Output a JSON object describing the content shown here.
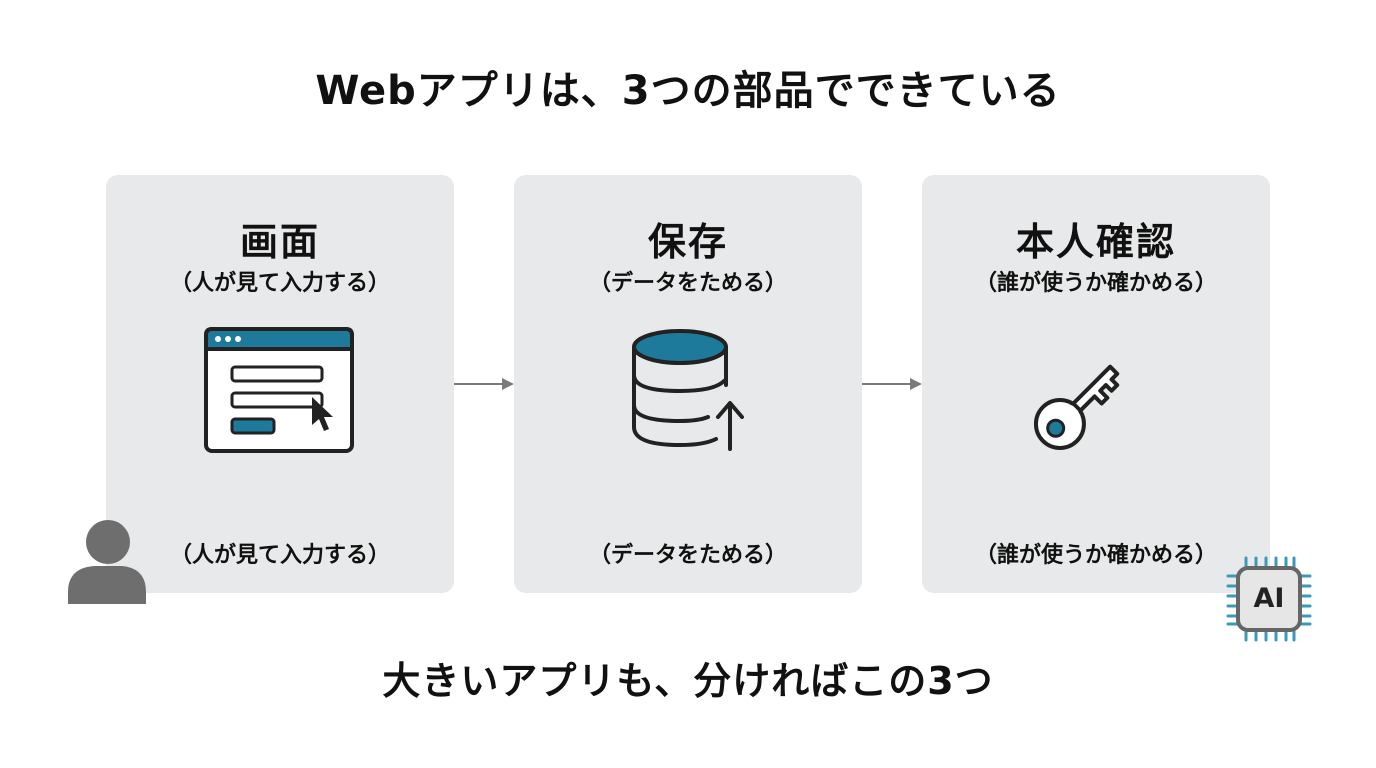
{
  "title": "Webアプリは、3つの部品でできている",
  "footer": "大きいアプリも、分ければこの3つ",
  "cards": [
    {
      "title": "画面",
      "subtitle": "（人が見て入力する）",
      "bottom": "（人が見て入力する）",
      "icon": "browser-window-form-icon"
    },
    {
      "title": "保存",
      "subtitle": "（データをためる）",
      "bottom": "（データをためる）",
      "icon": "database-upload-icon"
    },
    {
      "title": "本人確認",
      "subtitle": "（誰が使うか確かめる）",
      "bottom": "（誰が使うか確かめる）",
      "icon": "key-icon"
    }
  ],
  "badge": {
    "label": "AI",
    "icon": "ai-chip-icon"
  },
  "person": {
    "icon": "person-icon"
  },
  "colors": {
    "accent": "#1e7a9a",
    "card_bg": "#e8e9ea",
    "stroke": "#222222",
    "arrow": "#7a7a7a",
    "person": "#6e6e6e",
    "chip_pins": "#3a9ab8"
  }
}
